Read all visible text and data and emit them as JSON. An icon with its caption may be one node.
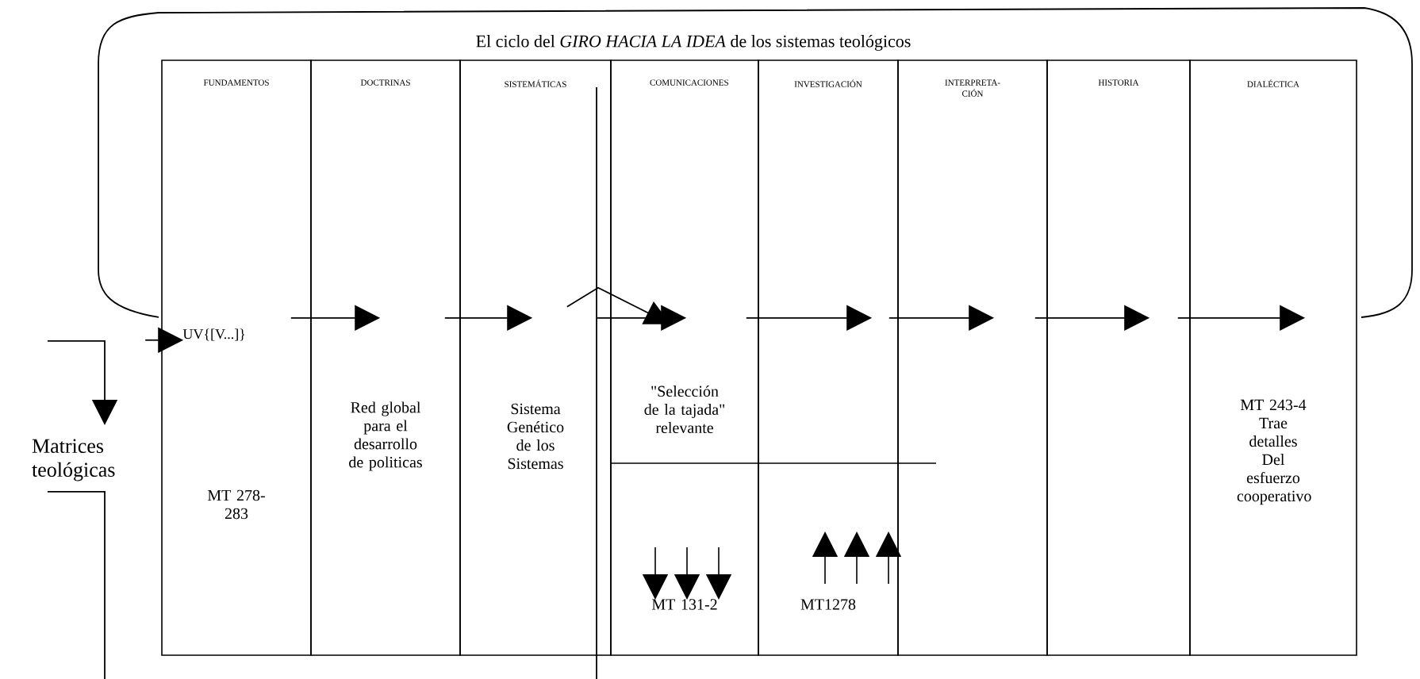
{
  "diagram": {
    "title": "El ciclo del *GIRO HACIA LA IDEA* de los sistemas teológicos",
    "nodes": [
      {
        "text": [
          "FUNDAMENTOS",
          "MT 278- 283"
        ]
      },
      {
        "text": [
          "DOCTRINAS",
          "Red global para el desarrollo de politicas"
        ]
      },
      {
        "text": [
          "SISTEMÁTICAS",
          "Sistema Genético de los Sistemas"
        ]
      },
      {
        "text": [
          "COMUNICACIONES",
          "\"Selección de la tajada\" relevante",
          "MT 131-2"
        ]
      },
      {
        "text": [
          "INVESTIGACIÓN",
          "MT1278"
        ]
      },
      {
        "text": [
          "INTERPRETA- CIÓN"
        ]
      },
      {
        "text": [
          "HISTORIA"
        ]
      },
      {
        "text": [
          "DIALÉCTICA",
          "MT 243-4 Trae detalles Del esfuerzo cooperativo"
        ]
      }
    ],
    "edges": [
      {
        "from": null,
        "to": 0,
        "arrow": "to"
      },
      {
        "from": 0,
        "to": 1,
        "arrow": "to"
      },
      {
        "from": 1,
        "to": 2,
        "arrow": "to"
      },
      {
        "from": 2,
        "to": 3,
        "arrow": "to"
      },
      {
        "from": 2,
        "to": 3,
        "arrow": "to"
      },
      {
        "from": 3,
        "to": 4,
        "arrow": "to"
      },
      {
        "from": 4,
        "to": 5,
        "arrow": "to"
      },
      {
        "from": 5,
        "to": 6,
        "arrow": "to"
      },
      {
        "from": 6,
        "to": 7,
        "arrow": "to"
      }
    ],
    "labels": [
      "UV{[V...]}",
      "Matrices teológicas"
    ]
  }
}
